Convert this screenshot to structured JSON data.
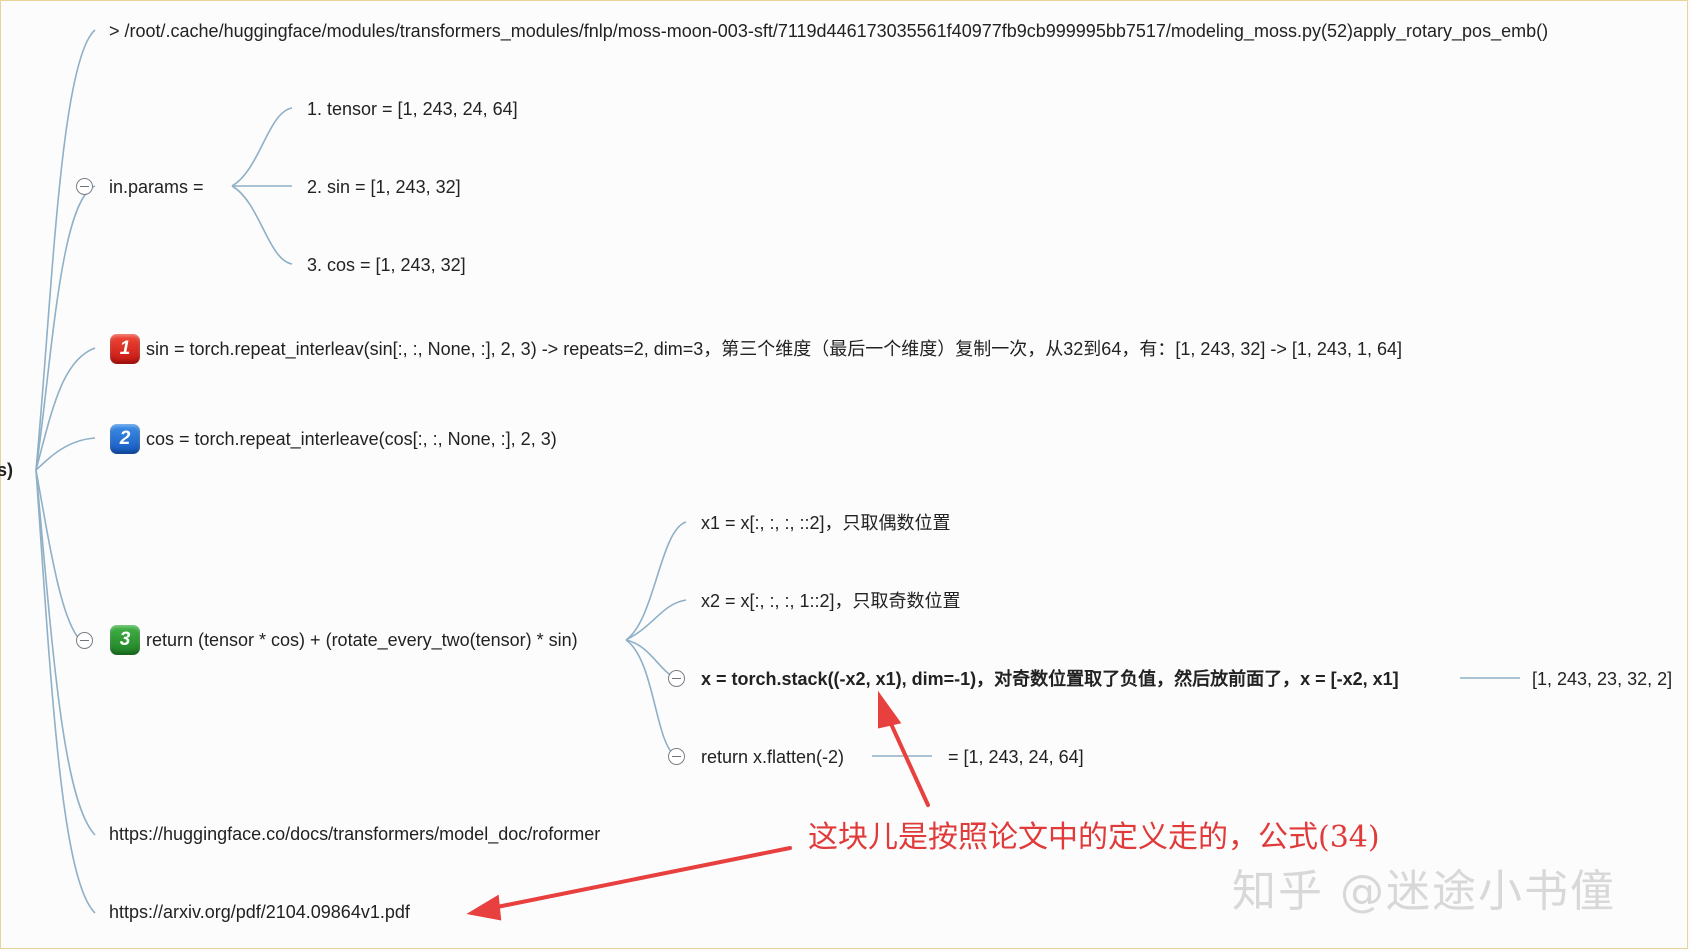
{
  "root": {
    "partial_label": "s)"
  },
  "path_line": "> /root/.cache/huggingface/modules/transformers_modules/fnlp/moss-moon-003-sft/7119d446173035561f40977fb9cb999995bb7517/modeling_moss.py(52)apply_rotary_pos_emb()",
  "params": {
    "label": "in.params =",
    "items": [
      "1. tensor = [1, 243, 24, 64]",
      "2. sin = [1, 243, 32]",
      "3. cos = [1, 243, 32]"
    ]
  },
  "steps": [
    {
      "badge": "1",
      "color": "#e0291f",
      "text": "sin = torch.repeat_interleav(sin[:, :, None, :], 2, 3) -> repeats=2, dim=3，第三个维度（最后一个维度）复制一次，从32到64，有：[1, 243, 32] -> [1, 243, 1, 64]"
    },
    {
      "badge": "2",
      "color": "#1f6fd6",
      "text": "cos = torch.repeat_interleave(cos[:, :, None, :], 2, 3)"
    },
    {
      "badge": "3",
      "color": "#2e9a34",
      "text": "return (tensor * cos) + (rotate_every_two(tensor) * sin)"
    }
  ],
  "rotate": {
    "x1": "x1 = x[:, :, :, ::2]，只取偶数位置",
    "x2": "x2 = x[:, :, :, 1::2]，只取奇数位置",
    "stack": "x = torch.stack((-x2, x1), dim=-1)，对奇数位置取了负值，然后放前面了，x = [-x2, x1]",
    "stack_shape": "[1, 243, 23, 32, 2]",
    "flatten": "return x.flatten(-2)",
    "flatten_shape": "= [1, 243, 24, 64]"
  },
  "links": [
    "https://huggingface.co/docs/transformers/model_doc/roformer",
    "https://arxiv.org/pdf/2104.09864v1.pdf"
  ],
  "annotation": "这块儿是按照论文中的定义走的，公式(34)",
  "watermark": "知乎 @迷途小书僮",
  "colors": {
    "connector": "#8fb0c6",
    "annotation": "#e03a3a",
    "arrow": "#e8403e"
  }
}
